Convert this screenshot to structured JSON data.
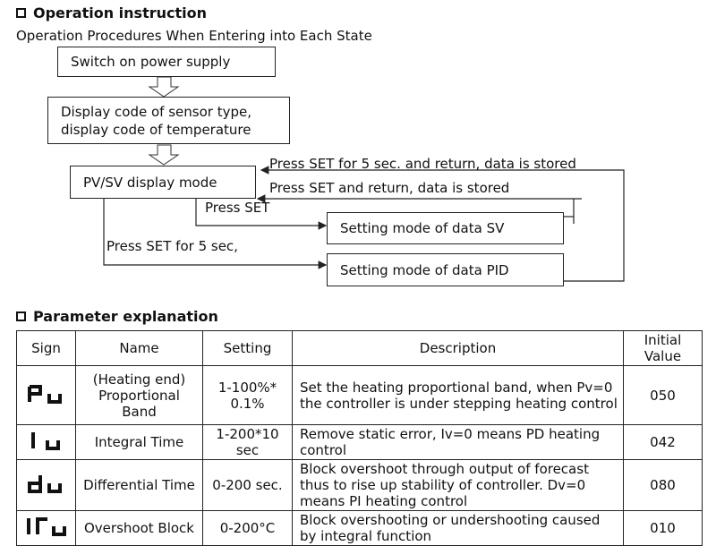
{
  "section1": {
    "title": "Operation instruction",
    "subtitle": "Operation Procedures When Entering into Each State"
  },
  "flow": {
    "box_power": "Switch on power supply",
    "box_display_code": "Display code of sensor type,\ndisplay code of temperature",
    "box_pvsv": "PV/SV display mode",
    "box_sv": "Setting mode of data SV",
    "box_pid": "Setting mode of data PID",
    "label_return_stored_5s": "Press SET for 5 sec. and return, data is stored",
    "label_return_stored": "Press SET and return, data is stored",
    "label_press_set": "Press SET",
    "label_press_set_5s": "Press SET for 5 sec,"
  },
  "section2": {
    "title": "Parameter explanation"
  },
  "table": {
    "headers": {
      "sign": "Sign",
      "name": "Name",
      "setting": "Setting",
      "description": "Description",
      "initial": "Initial Value"
    },
    "rows": [
      {
        "sign": "Pu",
        "name": "(Heating end) Proportional Band",
        "setting": "1-100%* 0.1%",
        "description": "Set the heating proportional band, when Pv=0 the controller is under stepping heating control",
        "initial": "050"
      },
      {
        "sign": "Iu",
        "name": "Integral Time",
        "setting": "1-200*10 sec",
        "description": "Remove static error, Iv=0 means PD heating control",
        "initial": "042"
      },
      {
        "sign": "du",
        "name": "Differential Time",
        "setting": "0-200 sec.",
        "description": "Block overshoot through output of forecast thus to rise up stability of controller. Dv=0 means PI heating control",
        "initial": "080"
      },
      {
        "sign": "IΓu",
        "name": "Overshoot Block",
        "setting": "0-200°C",
        "description": "Block overshooting or undershooting caused by integral function",
        "initial": "010"
      }
    ]
  }
}
